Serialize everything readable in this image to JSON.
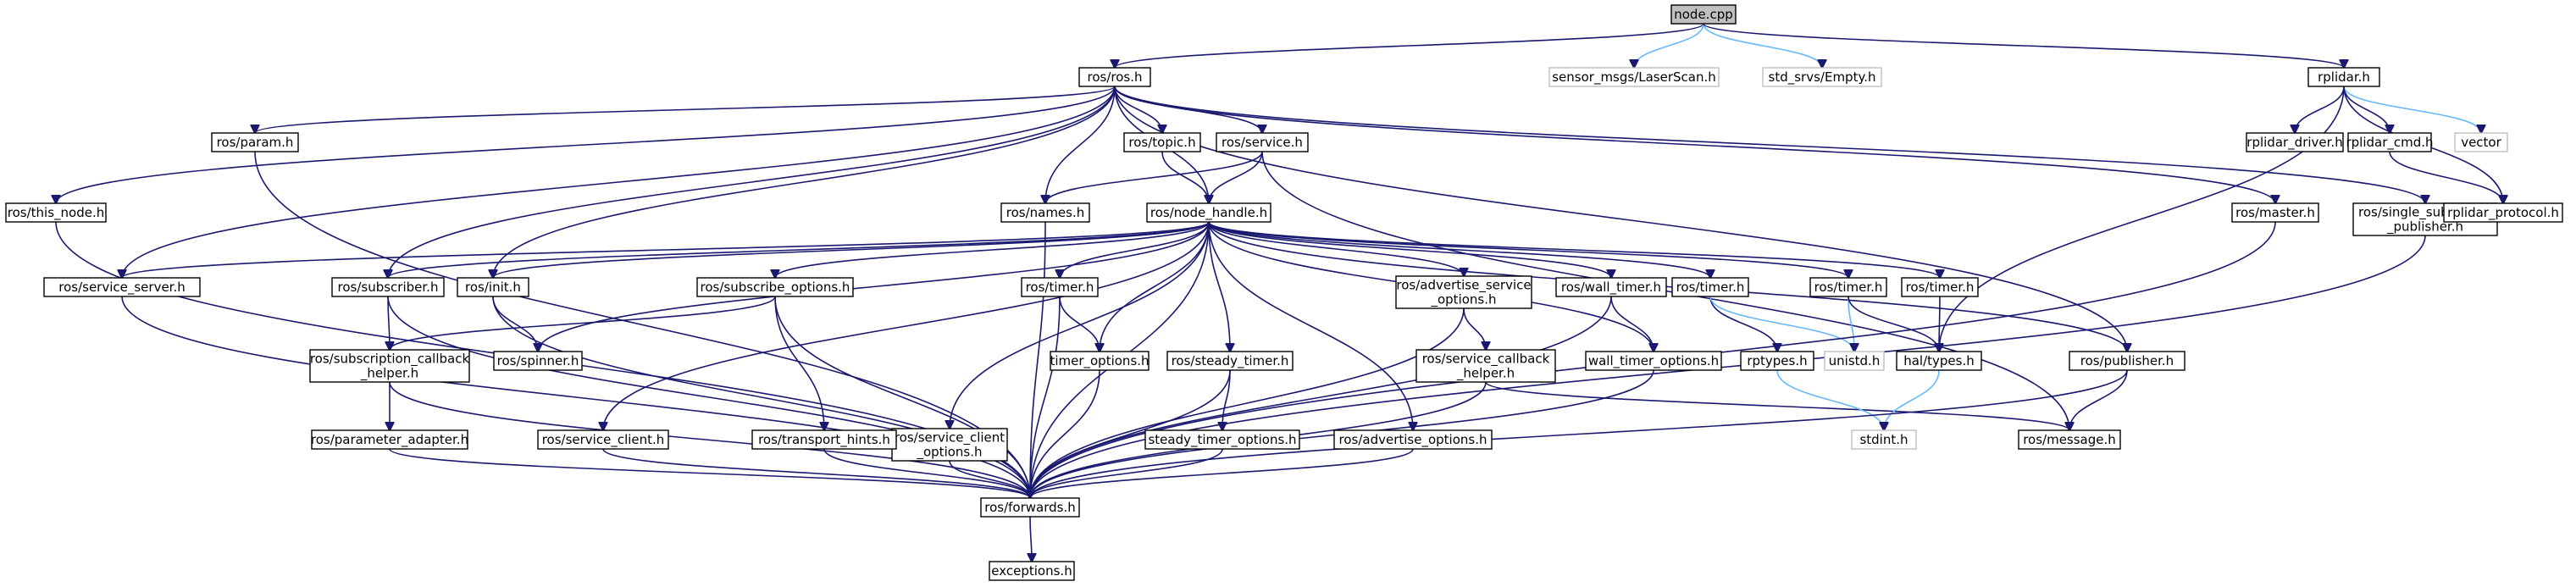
{
  "graph": {
    "nodes": [
      {
        "id": "node_cpp",
        "lines": [
          "node.cpp"
        ],
        "kind": "root"
      },
      {
        "id": "ros_ros",
        "lines": [
          "ros/ros.h"
        ]
      },
      {
        "id": "laserscan",
        "lines": [
          "sensor_msgs/LaserScan.h"
        ],
        "kind": "ext"
      },
      {
        "id": "empty",
        "lines": [
          "std_srvs/Empty.h"
        ],
        "kind": "ext"
      },
      {
        "id": "rplidar",
        "lines": [
          "rplidar.h"
        ]
      },
      {
        "id": "this_node",
        "lines": [
          "ros/this_node.h"
        ]
      },
      {
        "id": "param",
        "lines": [
          "ros/param.h"
        ]
      },
      {
        "id": "topic",
        "lines": [
          "ros/topic.h"
        ]
      },
      {
        "id": "service",
        "lines": [
          "ros/service.h"
        ]
      },
      {
        "id": "names",
        "lines": [
          "ros/names.h"
        ]
      },
      {
        "id": "node_handle",
        "lines": [
          "ros/node_handle.h"
        ]
      },
      {
        "id": "master",
        "lines": [
          "ros/master.h"
        ]
      },
      {
        "id": "single_sub_pub",
        "lines": [
          "ros/single_subscriber",
          "_publisher.h"
        ]
      },
      {
        "id": "rplidar_driver",
        "lines": [
          "rplidar_driver.h"
        ]
      },
      {
        "id": "rplidar_cmd",
        "lines": [
          "rplidar_cmd.h"
        ]
      },
      {
        "id": "vector",
        "lines": [
          "vector"
        ],
        "kind": "ext"
      },
      {
        "id": "rplidar_protocol",
        "lines": [
          "rplidar_protocol.h"
        ]
      },
      {
        "id": "service_server",
        "lines": [
          "ros/service_server.h"
        ]
      },
      {
        "id": "subscriber",
        "lines": [
          "ros/subscriber.h"
        ]
      },
      {
        "id": "init",
        "lines": [
          "ros/init.h"
        ]
      },
      {
        "id": "subscribe_options",
        "lines": [
          "ros/subscribe_options.h"
        ]
      },
      {
        "id": "timer1",
        "lines": [
          "ros/timer.h"
        ]
      },
      {
        "id": "adv_service_options",
        "lines": [
          "ros/advertise_service",
          "_options.h"
        ]
      },
      {
        "id": "wall_timer",
        "lines": [
          "ros/wall_timer.h"
        ]
      },
      {
        "id": "timer2",
        "lines": [
          "ros/timer.h"
        ]
      },
      {
        "id": "timer3",
        "lines": [
          "ros/timer.h"
        ]
      },
      {
        "id": "timer4",
        "lines": [
          "ros/timer.h"
        ]
      },
      {
        "id": "sub_cb_helper",
        "lines": [
          "ros/subscription_callback",
          "_helper.h"
        ]
      },
      {
        "id": "spinner",
        "lines": [
          "ros/spinner.h"
        ]
      },
      {
        "id": "timer_options",
        "lines": [
          "timer_options.h"
        ]
      },
      {
        "id": "steady_timer",
        "lines": [
          "ros/steady_timer.h"
        ]
      },
      {
        "id": "service_cb_helper",
        "lines": [
          "ros/service_callback",
          "_helper.h"
        ]
      },
      {
        "id": "wall_timer_options",
        "lines": [
          "wall_timer_options.h"
        ]
      },
      {
        "id": "rptypes",
        "lines": [
          "rptypes.h"
        ]
      },
      {
        "id": "unistd",
        "lines": [
          "unistd.h"
        ],
        "kind": "ext"
      },
      {
        "id": "hal_types",
        "lines": [
          "hal/types.h"
        ]
      },
      {
        "id": "publisher",
        "lines": [
          "ros/publisher.h"
        ]
      },
      {
        "id": "parameter_adapter",
        "lines": [
          "ros/parameter_adapter.h"
        ]
      },
      {
        "id": "service_client",
        "lines": [
          "ros/service_client.h"
        ]
      },
      {
        "id": "service_client_options",
        "lines": [
          "ros/service_client",
          "_options.h"
        ]
      },
      {
        "id": "transport_hints",
        "lines": [
          "ros/transport_hints.h"
        ]
      },
      {
        "id": "steady_timer_options",
        "lines": [
          "steady_timer_options.h"
        ]
      },
      {
        "id": "advertise_options",
        "lines": [
          "ros/advertise_options.h"
        ]
      },
      {
        "id": "stdint",
        "lines": [
          "stdint.h"
        ],
        "kind": "ext"
      },
      {
        "id": "message",
        "lines": [
          "ros/message.h"
        ]
      },
      {
        "id": "forwards",
        "lines": [
          "ros/forwards.h"
        ]
      },
      {
        "id": "exceptions",
        "lines": [
          "exceptions.h"
        ]
      }
    ],
    "edges": [
      [
        "node_cpp",
        "ros_ros"
      ],
      [
        "node_cpp",
        "laserscan"
      ],
      [
        "node_cpp",
        "empty"
      ],
      [
        "node_cpp",
        "rplidar"
      ],
      [
        "ros_ros",
        "this_node"
      ],
      [
        "ros_ros",
        "param"
      ],
      [
        "ros_ros",
        "topic"
      ],
      [
        "ros_ros",
        "service"
      ],
      [
        "ros_ros",
        "names"
      ],
      [
        "ros_ros",
        "node_handle"
      ],
      [
        "ros_ros",
        "master"
      ],
      [
        "ros_ros",
        "single_sub_pub"
      ],
      [
        "ros_ros",
        "service_server"
      ],
      [
        "ros_ros",
        "subscriber"
      ],
      [
        "ros_ros",
        "init"
      ],
      [
        "ros_ros",
        "publisher"
      ],
      [
        "rplidar",
        "rplidar_driver"
      ],
      [
        "rplidar",
        "rplidar_cmd"
      ],
      [
        "rplidar",
        "vector"
      ],
      [
        "rplidar",
        "rplidar_protocol"
      ],
      [
        "rplidar",
        "hal_types"
      ],
      [
        "rplidar_cmd",
        "rplidar_protocol"
      ],
      [
        "topic",
        "node_handle"
      ],
      [
        "service",
        "names"
      ],
      [
        "service",
        "node_handle"
      ],
      [
        "service",
        "message"
      ],
      [
        "node_handle",
        "service_server"
      ],
      [
        "node_handle",
        "subscriber"
      ],
      [
        "node_handle",
        "init"
      ],
      [
        "node_handle",
        "subscribe_options"
      ],
      [
        "node_handle",
        "timer1"
      ],
      [
        "node_handle",
        "adv_service_options"
      ],
      [
        "node_handle",
        "wall_timer"
      ],
      [
        "node_handle",
        "timer2"
      ],
      [
        "node_handle",
        "timer3"
      ],
      [
        "node_handle",
        "timer4"
      ],
      [
        "node_handle",
        "spinner"
      ],
      [
        "node_handle",
        "timer_options"
      ],
      [
        "node_handle",
        "steady_timer"
      ],
      [
        "node_handle",
        "wall_timer_options"
      ],
      [
        "node_handle",
        "publisher"
      ],
      [
        "node_handle",
        "service_client"
      ],
      [
        "node_handle",
        "service_client_options"
      ],
      [
        "node_handle",
        "advertise_options"
      ],
      [
        "node_handle",
        "forwards"
      ],
      [
        "subscriber",
        "sub_cb_helper"
      ],
      [
        "init",
        "spinner"
      ],
      [
        "subscribe_options",
        "sub_cb_helper"
      ],
      [
        "subscribe_options",
        "transport_hints"
      ],
      [
        "timer1",
        "timer_options"
      ],
      [
        "adv_service_options",
        "service_cb_helper"
      ],
      [
        "wall_timer",
        "wall_timer_options"
      ],
      [
        "timer2",
        "rptypes"
      ],
      [
        "timer2",
        "unistd"
      ],
      [
        "timer3",
        "unistd"
      ],
      [
        "timer3",
        "hal_types"
      ],
      [
        "timer4",
        "hal_types"
      ],
      [
        "sub_cb_helper",
        "parameter_adapter"
      ],
      [
        "steady_timer",
        "steady_timer_options"
      ],
      [
        "service_cb_helper",
        "message"
      ],
      [
        "rptypes",
        "stdint"
      ],
      [
        "hal_types",
        "stdint"
      ],
      [
        "publisher",
        "message"
      ],
      [
        "this_node",
        "forwards"
      ],
      [
        "param",
        "forwards"
      ],
      [
        "names",
        "forwards"
      ],
      [
        "master",
        "forwards"
      ],
      [
        "single_sub_pub",
        "forwards"
      ],
      [
        "service_server",
        "forwards"
      ],
      [
        "subscriber",
        "forwards"
      ],
      [
        "init",
        "forwards"
      ],
      [
        "subscribe_options",
        "forwards"
      ],
      [
        "timer1",
        "forwards"
      ],
      [
        "adv_service_options",
        "forwards"
      ],
      [
        "wall_timer",
        "forwards"
      ],
      [
        "sub_cb_helper",
        "forwards"
      ],
      [
        "timer_options",
        "forwards"
      ],
      [
        "steady_timer",
        "forwards"
      ],
      [
        "service_cb_helper",
        "forwards"
      ],
      [
        "wall_timer_options",
        "forwards"
      ],
      [
        "publisher",
        "forwards"
      ],
      [
        "parameter_adapter",
        "forwards"
      ],
      [
        "service_client",
        "forwards"
      ],
      [
        "service_client_options",
        "forwards"
      ],
      [
        "transport_hints",
        "forwards"
      ],
      [
        "steady_timer_options",
        "forwards"
      ],
      [
        "advertise_options",
        "forwards"
      ],
      [
        "forwards",
        "exceptions"
      ]
    ]
  }
}
